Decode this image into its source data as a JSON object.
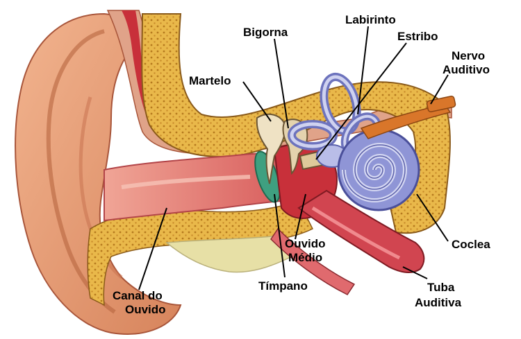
{
  "diagram": {
    "labels": {
      "bigorna": "Bigorna",
      "labirinto": "Labirinto",
      "estribo": "Estribo",
      "nervo_l1": "Nervo",
      "nervo_l2": "Auditivo",
      "martelo": "Martelo",
      "coclea": "Coclea",
      "ouvido_l1": "Ouvido",
      "ouvido_l2": "Médio",
      "timpano": "Tímpano",
      "canal_l1": "Canal do",
      "canal_l2": "Ouvido",
      "tuba_l1": "Tuba",
      "tuba_l2": "Auditiva"
    },
    "colors": {
      "skin": "#e8a07a",
      "skin_dark": "#c56a45",
      "bone": "#e9b84a",
      "bone_dot": "#b57a1e",
      "canal": "#e88a80",
      "tissue_red": "#c8303a",
      "cochlea": "#8f95d6",
      "cochlea_light": "#d4d7f2",
      "tympanum": "#3fa080",
      "nerve": "#d9762a",
      "mucosa": "#e7e0a6"
    }
  }
}
